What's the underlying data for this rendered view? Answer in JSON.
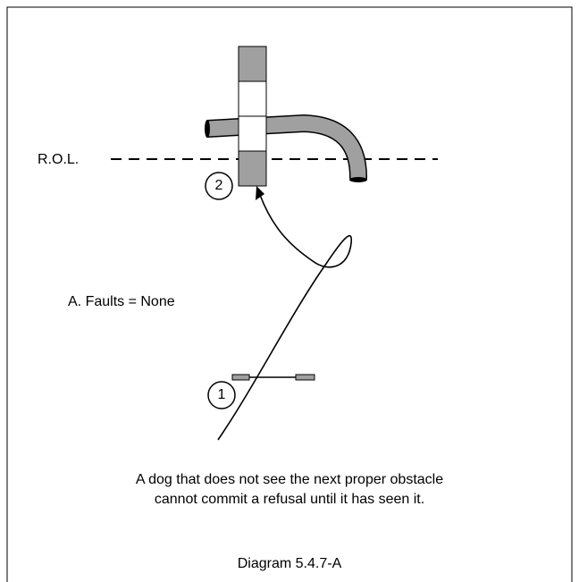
{
  "labels": {
    "rol": "R.O.L.",
    "obstacle_1": "1",
    "obstacle_2": "2",
    "faults": "A.  Faults = None"
  },
  "caption": {
    "line1": "A dog that does not see the next proper obstacle",
    "line2": "cannot commit a refusal until it has seen it."
  },
  "diagram_id": "Diagram 5.4.7-A",
  "colors": {
    "tunnel_fill": "#a0a0a0",
    "jump_fill": "#a0a0a0",
    "line": "#000000",
    "background": "#ffffff"
  }
}
